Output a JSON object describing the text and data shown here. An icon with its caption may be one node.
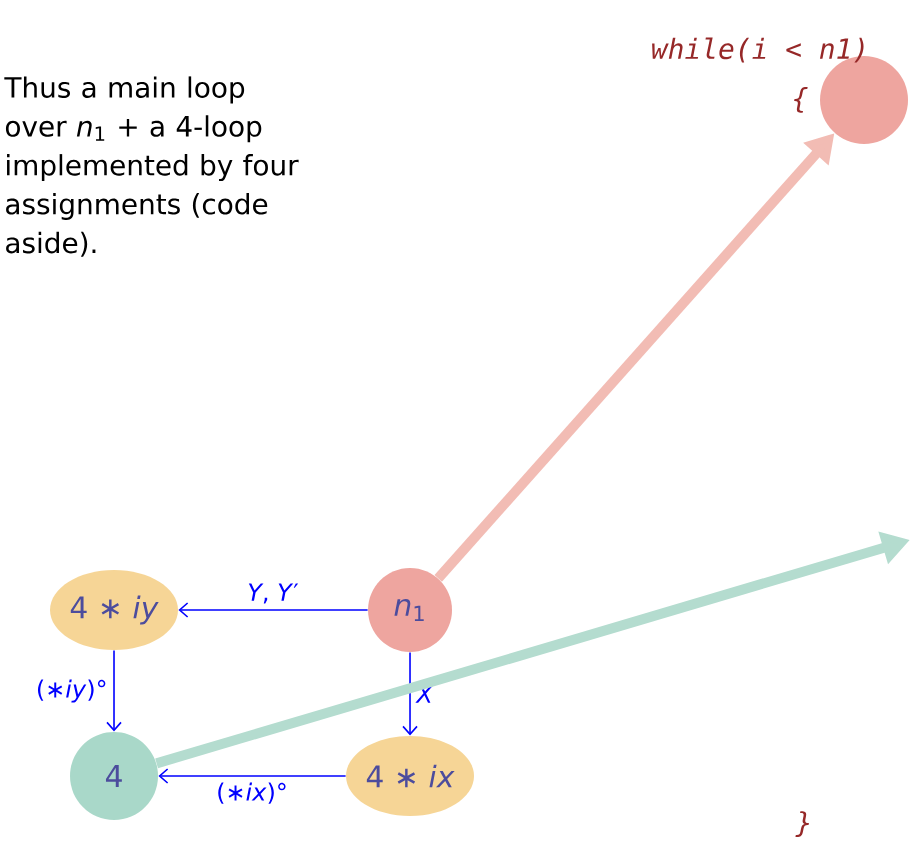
{
  "diagram": {
    "nodes": [
      {
        "text": [
          "*n*$_{1}$"
        ]
      },
      {
        "text": [
          "4 ∗ *iy*"
        ]
      },
      {
        "text": [
          "4 ∗ *ix*"
        ]
      },
      {
        "text": [
          "4"
        ]
      },
      {
        "text": [],
        "shape": "circle"
      }
    ],
    "edges": [
      {
        "from": 0,
        "to": 1,
        "arrow": "to",
        "label": "*Y*, *Y*′"
      },
      {
        "from": 0,
        "to": 2,
        "arrow": "to",
        "label": "*X*"
      },
      {
        "from": 1,
        "to": 3,
        "arrow": "to",
        "label": "(∗*iy*)°"
      },
      {
        "from": 2,
        "to": 3,
        "arrow": "to",
        "label": "(∗*ix*)°"
      },
      {
        "from": 0,
        "to": 4,
        "arrow": "to",
        "style": "thick",
        "color": "#f2bcb4"
      },
      {
        "from": 3,
        "to": null,
        "arrow": "to",
        "style": "thick",
        "color": "#b4dccf"
      }
    ],
    "labels": [
      "Thus a main loop over *n*$_{1}$ + a 4-loop implemented by four assignments (code aside).",
      "while(i < n1)",
      "{",
      "}"
    ]
  }
}
